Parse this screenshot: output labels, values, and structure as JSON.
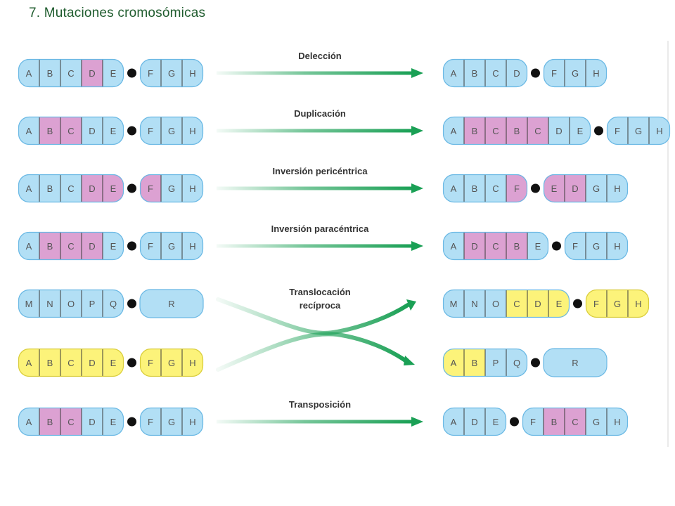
{
  "slide_title": "7. Mutaciones cromosómicas",
  "colors": {
    "blue": "#b2dff5",
    "blue_stroke": "#6ab8e4",
    "pink": "#dca1d2",
    "yellow": "#fcf37a",
    "yellow_stroke": "#d8cc3c",
    "centromere": "#111111",
    "arrow": "#1aa055",
    "text": "#555555",
    "label": "#333333"
  },
  "mutations": [
    {
      "label": "Delección",
      "before": [
        {
          "segs": [
            [
              "A",
              "blue"
            ],
            [
              "B",
              "blue"
            ],
            [
              "C",
              "blue"
            ],
            [
              "D",
              "pink"
            ],
            [
              "E",
              "blue"
            ]
          ],
          "centro": true,
          "right": [
            [
              "F",
              "blue"
            ],
            [
              "G",
              "blue"
            ],
            [
              "H",
              "blue"
            ]
          ]
        }
      ],
      "after": [
        {
          "segs": [
            [
              "A",
              "blue"
            ],
            [
              "B",
              "blue"
            ],
            [
              "C",
              "blue"
            ],
            [
              "D",
              "blue"
            ]
          ],
          "centro": true,
          "right": [
            [
              "F",
              "blue"
            ],
            [
              "G",
              "blue"
            ],
            [
              "H",
              "blue"
            ]
          ]
        }
      ]
    },
    {
      "label": "Duplicación",
      "before": [
        {
          "segs": [
            [
              "A",
              "blue"
            ],
            [
              "B",
              "pink"
            ],
            [
              "C",
              "pink"
            ],
            [
              "D",
              "blue"
            ],
            [
              "E",
              "blue"
            ]
          ],
          "centro": true,
          "right": [
            [
              "F",
              "blue"
            ],
            [
              "G",
              "blue"
            ],
            [
              "H",
              "blue"
            ]
          ]
        }
      ],
      "after": [
        {
          "segs": [
            [
              "A",
              "blue"
            ],
            [
              "B",
              "pink"
            ],
            [
              "C",
              "pink"
            ],
            [
              "B",
              "pink"
            ],
            [
              "C",
              "pink"
            ],
            [
              "D",
              "blue"
            ],
            [
              "E",
              "blue"
            ]
          ],
          "centro": true,
          "right": [
            [
              "F",
              "blue"
            ],
            [
              "G",
              "blue"
            ],
            [
              "H",
              "blue"
            ]
          ]
        }
      ]
    },
    {
      "label": "Inversión pericéntrica",
      "before": [
        {
          "segs": [
            [
              "A",
              "blue"
            ],
            [
              "B",
              "blue"
            ],
            [
              "C",
              "blue"
            ],
            [
              "D",
              "pink"
            ],
            [
              "E",
              "pink"
            ]
          ],
          "centro": true,
          "right": [
            [
              "F",
              "pink"
            ],
            [
              "G",
              "blue"
            ],
            [
              "H",
              "blue"
            ]
          ]
        }
      ],
      "after": [
        {
          "segs": [
            [
              "A",
              "blue"
            ],
            [
              "B",
              "blue"
            ],
            [
              "C",
              "blue"
            ],
            [
              "F",
              "pink"
            ]
          ],
          "centro": true,
          "right": [
            [
              "E",
              "pink"
            ],
            [
              "D",
              "pink"
            ],
            [
              "G",
              "blue"
            ],
            [
              "H",
              "blue"
            ]
          ]
        }
      ]
    },
    {
      "label": "Inversión paracéntrica",
      "before": [
        {
          "segs": [
            [
              "A",
              "blue"
            ],
            [
              "B",
              "pink"
            ],
            [
              "C",
              "pink"
            ],
            [
              "D",
              "pink"
            ],
            [
              "E",
              "blue"
            ]
          ],
          "centro": true,
          "right": [
            [
              "F",
              "blue"
            ],
            [
              "G",
              "blue"
            ],
            [
              "H",
              "blue"
            ]
          ]
        }
      ],
      "after": [
        {
          "segs": [
            [
              "A",
              "blue"
            ],
            [
              "D",
              "pink"
            ],
            [
              "C",
              "pink"
            ],
            [
              "B",
              "pink"
            ],
            [
              "E",
              "blue"
            ]
          ],
          "centro": true,
          "right": [
            [
              "F",
              "blue"
            ],
            [
              "G",
              "blue"
            ],
            [
              "H",
              "blue"
            ]
          ]
        }
      ]
    },
    {
      "label_lines": [
        "Translocación",
        "recíproca"
      ],
      "before": [
        {
          "segs": [
            [
              "M",
              "blue"
            ],
            [
              "N",
              "blue"
            ],
            [
              "O",
              "blue"
            ],
            [
              "P",
              "blue"
            ],
            [
              "Q",
              "blue"
            ]
          ],
          "centro": true,
          "right": [
            [
              "R",
              "blue"
            ]
          ]
        },
        {
          "segs": [
            [
              "A",
              "yellow"
            ],
            [
              "B",
              "yellow"
            ],
            [
              "C",
              "yellow"
            ],
            [
              "D",
              "yellow"
            ],
            [
              "E",
              "yellow"
            ]
          ],
          "centro": true,
          "right": [
            [
              "F",
              "yellow"
            ],
            [
              "G",
              "yellow"
            ],
            [
              "H",
              "yellow"
            ]
          ]
        }
      ],
      "after": [
        {
          "segs": [
            [
              "M",
              "blue"
            ],
            [
              "N",
              "blue"
            ],
            [
              "O",
              "blue"
            ],
            [
              "C",
              "yellow"
            ],
            [
              "D",
              "yellow"
            ],
            [
              "E",
              "yellow"
            ]
          ],
          "centro": true,
          "right": [
            [
              "F",
              "yellow"
            ],
            [
              "G",
              "yellow"
            ],
            [
              "H",
              "yellow"
            ]
          ]
        },
        {
          "segs": [
            [
              "A",
              "yellow"
            ],
            [
              "B",
              "yellow"
            ],
            [
              "P",
              "blue"
            ],
            [
              "Q",
              "blue"
            ]
          ],
          "centro": true,
          "right": [
            [
              "R",
              "blue"
            ]
          ]
        }
      ]
    },
    {
      "label": "Transposición",
      "before": [
        {
          "segs": [
            [
              "A",
              "blue"
            ],
            [
              "B",
              "pink"
            ],
            [
              "C",
              "pink"
            ],
            [
              "D",
              "blue"
            ],
            [
              "E",
              "blue"
            ]
          ],
          "centro": true,
          "right": [
            [
              "F",
              "blue"
            ],
            [
              "G",
              "blue"
            ],
            [
              "H",
              "blue"
            ]
          ]
        }
      ],
      "after": [
        {
          "segs": [
            [
              "A",
              "blue"
            ],
            [
              "D",
              "blue"
            ],
            [
              "E",
              "blue"
            ]
          ],
          "centro": true,
          "right": [
            [
              "F",
              "blue"
            ],
            [
              "B",
              "pink"
            ],
            [
              "C",
              "pink"
            ],
            [
              "G",
              "blue"
            ],
            [
              "H",
              "blue"
            ]
          ]
        }
      ]
    }
  ]
}
